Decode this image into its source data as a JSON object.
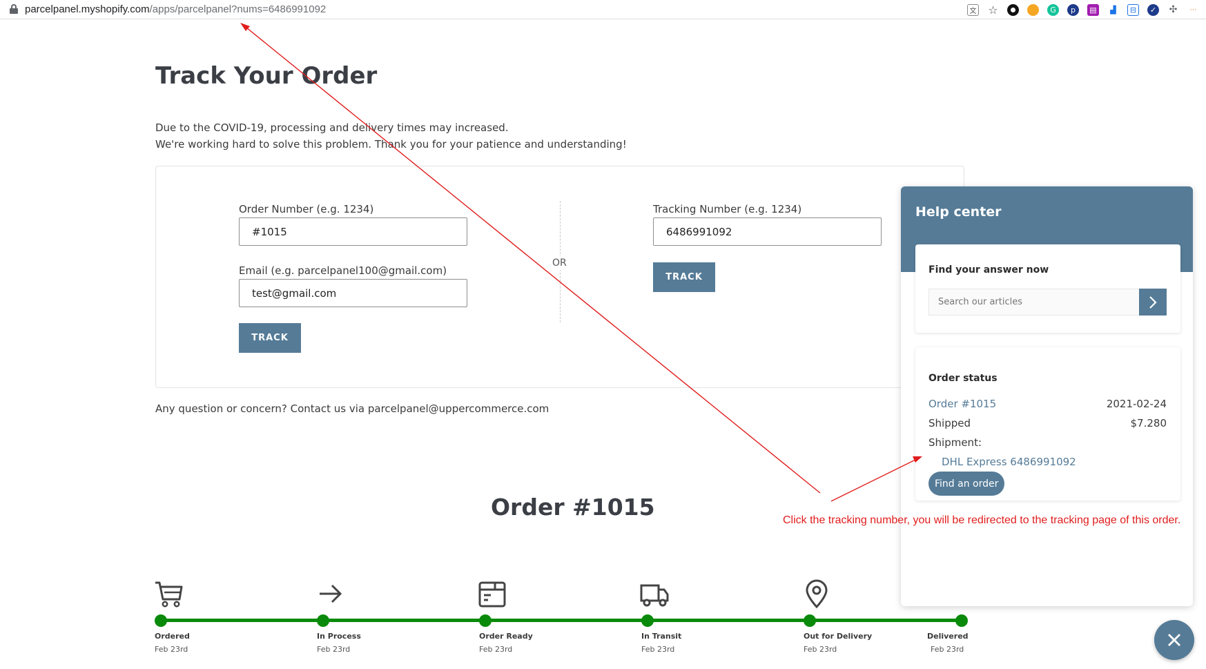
{
  "browser": {
    "url_host": "parcelpanel.myshopify.com",
    "url_path": "/apps/parcelpanel?nums=6486991092"
  },
  "page": {
    "title": "Track Your Order",
    "notice_line1": "Due to the COVID-19, processing and delivery times may increased.",
    "notice_line2": "We're working hard to solve this problem. Thank you for your patience and understanding!",
    "contact": "Any question or concern? Contact us via parcelpanel@uppercommerce.com"
  },
  "form": {
    "order_label": "Order Number (e.g. 1234)",
    "order_value": "#1015",
    "email_label": "Email (e.g. parcelpanel100@gmail.com)",
    "email_value": "test@gmail.com",
    "or_label": "OR",
    "tracking_label": "Tracking Number (e.g. 1234)",
    "tracking_value": "6486991092",
    "track_button": "TRACK"
  },
  "order": {
    "heading": "Order #1015",
    "steps": [
      {
        "label": "Ordered",
        "date": "Feb 23rd",
        "icon": "cart-icon"
      },
      {
        "label": "In Process",
        "date": "Feb 23rd",
        "icon": "arrow-right-icon"
      },
      {
        "label": "Order Ready",
        "date": "Feb 23rd",
        "icon": "package-icon"
      },
      {
        "label": "In Transit",
        "date": "Feb 23rd",
        "icon": "truck-icon"
      },
      {
        "label": "Out for Delivery",
        "date": "Feb 23rd",
        "icon": "location-pin-icon"
      },
      {
        "label": "Delivered",
        "date": "Feb 23rd",
        "icon": ""
      }
    ],
    "progress_color": "#0a8a0a"
  },
  "help": {
    "title": "Help center",
    "find_title": "Find your answer now",
    "search_placeholder": "Search our articles",
    "status_title": "Order status",
    "order_link": "Order #1015",
    "order_date": "2021-02-24",
    "shipped_label": "Shipped",
    "shipped_amount": "$7.280",
    "shipment_label": "Shipment:",
    "shipment_link": "DHL Express 6486991092",
    "find_order_button": "Find an order",
    "accent_color": "#557b97"
  },
  "annotation": {
    "text": "Click the tracking number, you will be redirected to the tracking page of this order.",
    "color": "#e11d1d"
  }
}
